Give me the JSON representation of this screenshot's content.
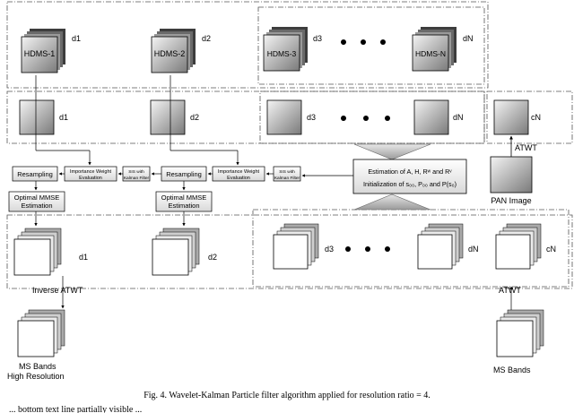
{
  "labels": {
    "hdms1": "HDMS-1",
    "hdms2": "HDMS-2",
    "hdms3": "HDMS-3",
    "hdmsn": "HDMS-N",
    "d1": "d1",
    "d2": "d2",
    "d3": "d3",
    "dN": "dN",
    "cN": "cN",
    "atwt": "ATWT",
    "pan_image": "PAN Image",
    "resampling": "Resampling",
    "importance_weight": "Importance Weight",
    "evaluation": "Evaluation",
    "sis_with": "SIS with",
    "kalman_filter": "Kalman Filter",
    "optimal_mmse": "Optimal MMSE",
    "estimation": "Estimation",
    "est_params": "Estimation of A, H, Rʷ and Rᵛ",
    "init_params": "Initialization of s₀₀, P₀₀ and P(s₀)",
    "inverse_atwt": "Inverse ATWT",
    "ms_bands_high": "MS Bands",
    "high_resolution": "High Resolution",
    "ms_bands": "MS Bands"
  },
  "caption": "Fig. 4. Wavelet-Kalman Particle filter algorithm applied for resolution ratio = 4.",
  "footer_fragment": "... bottom text line partially visible ..."
}
